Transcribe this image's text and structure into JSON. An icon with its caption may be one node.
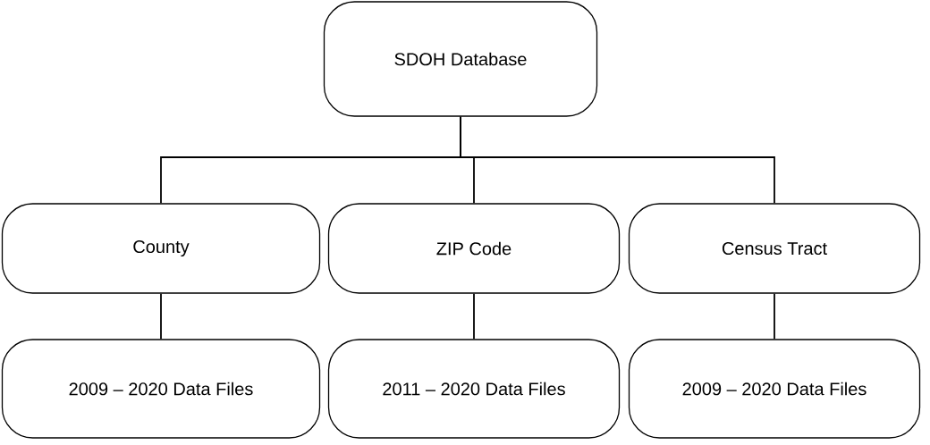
{
  "diagram": {
    "nodes": [
      {
        "text": [
          "SDOH Database"
        ]
      },
      {
        "text": [
          "County"
        ]
      },
      {
        "text": [
          "ZIP Code"
        ]
      },
      {
        "text": [
          "Census Tract"
        ]
      },
      {
        "text": [
          "2009 – 2020 Data Files"
        ]
      },
      {
        "text": [
          "2011 – 2020 Data Files"
        ]
      },
      {
        "text": [
          "2009 – 2020 Data Files"
        ]
      }
    ],
    "edges": [
      {
        "from": 0,
        "to": 1,
        "arrow": "none"
      },
      {
        "from": 0,
        "to": 2,
        "arrow": "none"
      },
      {
        "from": 0,
        "to": 3,
        "arrow": "none"
      },
      {
        "from": 1,
        "to": 4,
        "arrow": "none"
      },
      {
        "from": 2,
        "to": 5,
        "arrow": "none"
      },
      {
        "from": 3,
        "to": 6,
        "arrow": "none"
      }
    ]
  }
}
